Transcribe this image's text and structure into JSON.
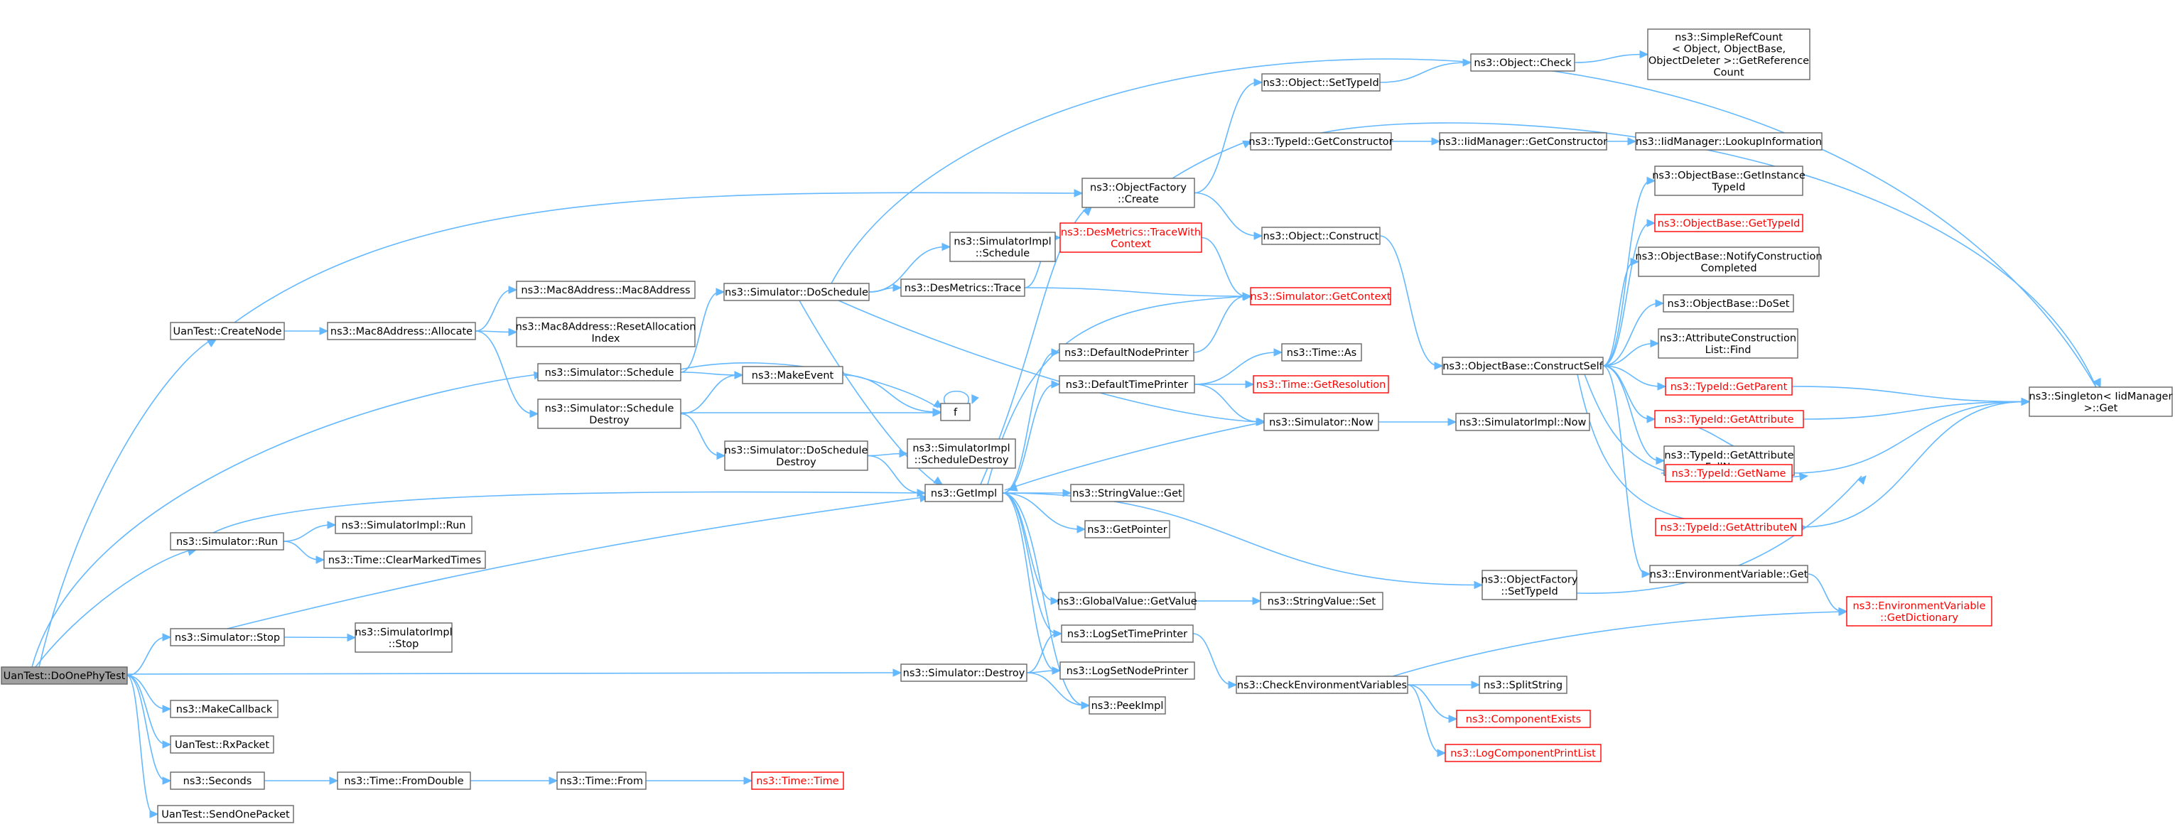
{
  "nodes": [
    {
      "id": "root",
      "lines": [
        "UanTest::DoOnePhyTest"
      ],
      "root": true
    },
    {
      "id": "createNode",
      "lines": [
        "UanTest::CreateNode"
      ]
    },
    {
      "id": "simRun",
      "lines": [
        "ns3::Simulator::Run"
      ]
    },
    {
      "id": "simStop",
      "lines": [
        "ns3::Simulator::Stop"
      ]
    },
    {
      "id": "makeCallback",
      "lines": [
        "ns3::MakeCallback"
      ]
    },
    {
      "id": "rxPacket",
      "lines": [
        "UanTest::RxPacket"
      ]
    },
    {
      "id": "seconds",
      "lines": [
        "ns3::Seconds"
      ]
    },
    {
      "id": "sendOnePacket",
      "lines": [
        "UanTest::SendOnePacket"
      ]
    },
    {
      "id": "mac8Allocate",
      "lines": [
        "ns3::Mac8Address::Allocate"
      ]
    },
    {
      "id": "mac8Ctor",
      "lines": [
        "ns3::Mac8Address::Mac8Address"
      ]
    },
    {
      "id": "mac8Reset",
      "lines": [
        "ns3::Mac8Address::ResetAllocation",
        "Index"
      ]
    },
    {
      "id": "simSchedule",
      "lines": [
        "ns3::Simulator::Schedule"
      ]
    },
    {
      "id": "simScheduleDestroy",
      "lines": [
        "ns3::Simulator::Schedule",
        "Destroy"
      ]
    },
    {
      "id": "simDoSchedule",
      "lines": [
        "ns3::Simulator::DoSchedule"
      ]
    },
    {
      "id": "makeEvent",
      "lines": [
        "ns3::MakeEvent"
      ]
    },
    {
      "id": "f",
      "lines": [
        "f"
      ]
    },
    {
      "id": "simDoScheduleDestroy",
      "lines": [
        "ns3::Simulator::DoSchedule",
        "Destroy"
      ]
    },
    {
      "id": "simImplRun",
      "lines": [
        "ns3::SimulatorImpl::Run"
      ]
    },
    {
      "id": "clearMarked",
      "lines": [
        "ns3::Time::ClearMarkedTimes"
      ]
    },
    {
      "id": "simImplStop",
      "lines": [
        "ns3::SimulatorImpl",
        "::Stop"
      ]
    },
    {
      "id": "simDestroy",
      "lines": [
        "ns3::Simulator::Destroy"
      ]
    },
    {
      "id": "fromDouble",
      "lines": [
        "ns3::Time::FromDouble"
      ]
    },
    {
      "id": "timeFrom",
      "lines": [
        "ns3::Time::From"
      ]
    },
    {
      "id": "timeTime",
      "lines": [
        "ns3::Time::Time"
      ],
      "trunc": true
    },
    {
      "id": "simImplSchedule",
      "lines": [
        "ns3::SimulatorImpl",
        "::Schedule"
      ]
    },
    {
      "id": "desTrace",
      "lines": [
        "ns3::DesMetrics::Trace"
      ]
    },
    {
      "id": "simImplSchedDestroy",
      "lines": [
        "ns3::SimulatorImpl",
        "::ScheduleDestroy"
      ]
    },
    {
      "id": "getImpl",
      "lines": [
        "ns3::GetImpl"
      ]
    },
    {
      "id": "objFactoryCreate",
      "lines": [
        "ns3::ObjectFactory",
        "::Create"
      ]
    },
    {
      "id": "desTraceCtx",
      "lines": [
        "ns3::DesMetrics::TraceWith",
        "Context"
      ],
      "trunc": true
    },
    {
      "id": "simGetContext",
      "lines": [
        "ns3::Simulator::GetContext"
      ],
      "trunc": true
    },
    {
      "id": "defaultNodePrinter",
      "lines": [
        "ns3::DefaultNodePrinter"
      ]
    },
    {
      "id": "defaultTimePrinter",
      "lines": [
        "ns3::DefaultTimePrinter"
      ]
    },
    {
      "id": "stringValueGet",
      "lines": [
        "ns3::StringValue::Get"
      ]
    },
    {
      "id": "getPointer",
      "lines": [
        "ns3::GetPointer"
      ]
    },
    {
      "id": "globalValueGet",
      "lines": [
        "ns3::GlobalValue::GetValue"
      ]
    },
    {
      "id": "logSetTime",
      "lines": [
        "ns3::LogSetTimePrinter"
      ]
    },
    {
      "id": "logSetNode",
      "lines": [
        "ns3::LogSetNodePrinter"
      ]
    },
    {
      "id": "peekImpl",
      "lines": [
        "ns3::PeekImpl"
      ]
    },
    {
      "id": "objSetTypeId",
      "lines": [
        "ns3::Object::SetTypeId"
      ]
    },
    {
      "id": "typeIdGetCtor",
      "lines": [
        "ns3::TypeId::GetConstructor"
      ]
    },
    {
      "id": "objConstruct",
      "lines": [
        "ns3::Object::Construct"
      ]
    },
    {
      "id": "timeAs",
      "lines": [
        "ns3::Time::As"
      ]
    },
    {
      "id": "timeGetRes",
      "lines": [
        "ns3::Time::GetResolution"
      ],
      "trunc": true
    },
    {
      "id": "simNow",
      "lines": [
        "ns3::Simulator::Now"
      ]
    },
    {
      "id": "stringValueSet",
      "lines": [
        "ns3::StringValue::Set"
      ]
    },
    {
      "id": "checkEnv",
      "lines": [
        "ns3::CheckEnvironmentVariables"
      ]
    },
    {
      "id": "objFactorySetTypeId",
      "lines": [
        "ns3::ObjectFactory",
        "::SetTypeId"
      ]
    },
    {
      "id": "objCheck",
      "lines": [
        "ns3::Object::Check"
      ]
    },
    {
      "id": "iidGetCtor",
      "lines": [
        "ns3::IidManager::GetConstructor"
      ]
    },
    {
      "id": "objBaseConstructSelf",
      "lines": [
        "ns3::ObjectBase::ConstructSelf"
      ]
    },
    {
      "id": "simImplNow",
      "lines": [
        "ns3::SimulatorImpl::Now"
      ]
    },
    {
      "id": "splitString",
      "lines": [
        "ns3::SplitString"
      ]
    },
    {
      "id": "componentExists",
      "lines": [
        "ns3::ComponentExists"
      ],
      "trunc": true
    },
    {
      "id": "logCompPrintList",
      "lines": [
        "ns3::LogComponentPrintList"
      ],
      "trunc": true
    },
    {
      "id": "simpleRefCount",
      "lines": [
        "ns3::SimpleRefCount",
        "< Object, ObjectBase,",
        "ObjectDeleter >::GetReference",
        "Count"
      ]
    },
    {
      "id": "iidLookup",
      "lines": [
        "ns3::IidManager::LookupInformation"
      ]
    },
    {
      "id": "objBaseGetInstTid",
      "lines": [
        "ns3::ObjectBase::GetInstance",
        "TypeId"
      ]
    },
    {
      "id": "objBaseGetTid",
      "lines": [
        "ns3::ObjectBase::GetTypeId"
      ],
      "trunc": true
    },
    {
      "id": "objBaseNotify",
      "lines": [
        "ns3::ObjectBase::NotifyConstruction",
        "Completed"
      ]
    },
    {
      "id": "objBaseDoSet",
      "lines": [
        "ns3::ObjectBase::DoSet"
      ]
    },
    {
      "id": "attrConstrFind",
      "lines": [
        "ns3::AttributeConstruction",
        "List::Find"
      ]
    },
    {
      "id": "typeIdGetParent",
      "lines": [
        "ns3::TypeId::GetParent"
      ],
      "trunc": true
    },
    {
      "id": "typeIdGetAttr",
      "lines": [
        "ns3::TypeId::GetAttribute"
      ],
      "trunc": true
    },
    {
      "id": "typeIdGetAttrFull",
      "lines": [
        "ns3::TypeId::GetAttribute",
        "FullName"
      ]
    },
    {
      "id": "typeIdGetName",
      "lines": [
        "ns3::TypeId::GetName"
      ],
      "trunc": true
    },
    {
      "id": "typeIdGetAttrN",
      "lines": [
        "ns3::TypeId::GetAttributeN"
      ],
      "trunc": true
    },
    {
      "id": "envVarGet",
      "lines": [
        "ns3::EnvironmentVariable::Get"
      ]
    },
    {
      "id": "envVarGetDict",
      "lines": [
        "ns3::EnvironmentVariable",
        "::GetDictionary"
      ],
      "trunc": true
    },
    {
      "id": "singletonGet",
      "lines": [
        "ns3::Singleton< IidManager",
        ">::Get"
      ]
    }
  ],
  "edges": [
    [
      "root",
      "createNode"
    ],
    [
      "root",
      "simRun"
    ],
    [
      "root",
      "simStop"
    ],
    [
      "root",
      "makeCallback"
    ],
    [
      "root",
      "rxPacket"
    ],
    [
      "root",
      "seconds"
    ],
    [
      "root",
      "sendOnePacket"
    ],
    [
      "root",
      "simSchedule"
    ],
    [
      "root",
      "simDestroy"
    ],
    [
      "createNode",
      "mac8Allocate"
    ],
    [
      "createNode",
      "objFactoryCreate"
    ],
    [
      "mac8Allocate",
      "mac8Ctor"
    ],
    [
      "mac8Allocate",
      "mac8Reset"
    ],
    [
      "mac8Allocate",
      "simScheduleDestroy"
    ],
    [
      "simSchedule",
      "simDoSchedule"
    ],
    [
      "simSchedule",
      "makeEvent"
    ],
    [
      "simSchedule",
      "f"
    ],
    [
      "simScheduleDestroy",
      "makeEvent"
    ],
    [
      "simScheduleDestroy",
      "f"
    ],
    [
      "simScheduleDestroy",
      "simDoScheduleDestroy"
    ],
    [
      "makeEvent",
      "f"
    ],
    [
      "f",
      "f"
    ],
    [
      "simDoSchedule",
      "simImplSchedule"
    ],
    [
      "simDoSchedule",
      "desTrace"
    ],
    [
      "simDoSchedule",
      "getImpl"
    ],
    [
      "simDoSchedule",
      "simNow"
    ],
    [
      "simDoSchedule",
      "singletonGet"
    ],
    [
      "simDoScheduleDestroy",
      "simImplSchedDestroy"
    ],
    [
      "simDoScheduleDestroy",
      "getImpl"
    ],
    [
      "simRun",
      "simImplRun"
    ],
    [
      "simRun",
      "clearMarked"
    ],
    [
      "simRun",
      "getImpl"
    ],
    [
      "simStop",
      "simImplStop"
    ],
    [
      "simStop",
      "getImpl"
    ],
    [
      "simDestroy",
      "logSetTime"
    ],
    [
      "simDestroy",
      "logSetNode"
    ],
    [
      "simDestroy",
      "peekImpl"
    ],
    [
      "seconds",
      "fromDouble"
    ],
    [
      "fromDouble",
      "timeFrom"
    ],
    [
      "timeFrom",
      "timeTime"
    ],
    [
      "desTrace",
      "desTraceCtx"
    ],
    [
      "desTrace",
      "simGetContext"
    ],
    [
      "desTraceCtx",
      "simGetContext"
    ],
    [
      "getImpl",
      "objFactoryCreate"
    ],
    [
      "getImpl",
      "simGetContext"
    ],
    [
      "getImpl",
      "defaultNodePrinter"
    ],
    [
      "getImpl",
      "defaultTimePrinter"
    ],
    [
      "getImpl",
      "stringValueGet"
    ],
    [
      "getImpl",
      "getPointer"
    ],
    [
      "getImpl",
      "globalValueGet"
    ],
    [
      "getImpl",
      "logSetTime"
    ],
    [
      "getImpl",
      "logSetNode"
    ],
    [
      "getImpl",
      "peekImpl"
    ],
    [
      "getImpl",
      "objFactorySetTypeId"
    ],
    [
      "defaultNodePrinter",
      "simGetContext"
    ],
    [
      "defaultTimePrinter",
      "timeAs"
    ],
    [
      "defaultTimePrinter",
      "timeGetRes"
    ],
    [
      "defaultTimePrinter",
      "simNow"
    ],
    [
      "simNow",
      "getImpl"
    ],
    [
      "simNow",
      "simImplNow"
    ],
    [
      "globalValueGet",
      "stringValueSet"
    ],
    [
      "logSetTime",
      "checkEnv"
    ],
    [
      "checkEnv",
      "splitString"
    ],
    [
      "checkEnv",
      "componentExists"
    ],
    [
      "checkEnv",
      "logCompPrintList"
    ],
    [
      "checkEnv",
      "envVarGetDict"
    ],
    [
      "objFactoryCreate",
      "objSetTypeId"
    ],
    [
      "objFactoryCreate",
      "typeIdGetCtor"
    ],
    [
      "objFactoryCreate",
      "objConstruct"
    ],
    [
      "objSetTypeId",
      "objCheck"
    ],
    [
      "objCheck",
      "simpleRefCount"
    ],
    [
      "typeIdGetCtor",
      "iidGetCtor"
    ],
    [
      "typeIdGetCtor",
      "singletonGet"
    ],
    [
      "iidGetCtor",
      "iidLookup"
    ],
    [
      "objConstruct",
      "objBaseConstructSelf"
    ],
    [
      "objBaseConstructSelf",
      "objBaseGetInstTid"
    ],
    [
      "objBaseConstructSelf",
      "objBaseGetTid"
    ],
    [
      "objBaseConstructSelf",
      "objBaseNotify"
    ],
    [
      "objBaseConstructSelf",
      "objBaseDoSet"
    ],
    [
      "objBaseConstructSelf",
      "attrConstrFind"
    ],
    [
      "objBaseConstructSelf",
      "typeIdGetParent"
    ],
    [
      "objBaseConstructSelf",
      "typeIdGetAttr"
    ],
    [
      "objBaseConstructSelf",
      "typeIdGetAttrFull"
    ],
    [
      "objBaseConstructSelf",
      "typeIdGetName"
    ],
    [
      "objBaseConstructSelf",
      "typeIdGetAttrN"
    ],
    [
      "objBaseConstructSelf",
      "envVarGet"
    ],
    [
      "typeIdGetAttrFull",
      "typeIdGetAttr"
    ],
    [
      "typeIdGetAttrFull",
      "typeIdGetName"
    ],
    [
      "typeIdGetParent",
      "singletonGet"
    ],
    [
      "typeIdGetAttr",
      "singletonGet"
    ],
    [
      "typeIdGetName",
      "singletonGet"
    ],
    [
      "typeIdGetAttrN",
      "singletonGet"
    ],
    [
      "envVarGet",
      "envVarGetDict"
    ],
    [
      "objFactorySetTypeId",
      "typeIdGetName"
    ]
  ]
}
